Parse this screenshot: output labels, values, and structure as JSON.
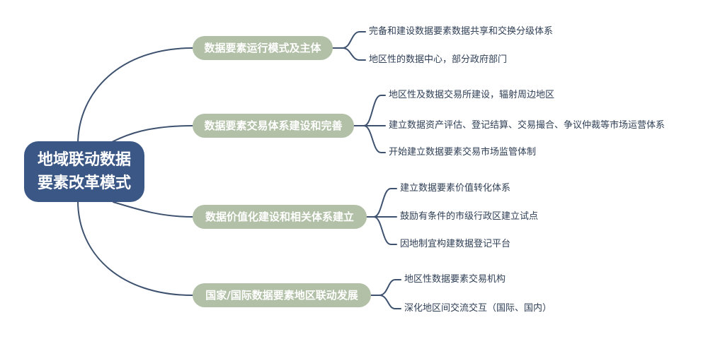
{
  "root": {
    "line1": "地域联动数据",
    "line2": "要素改革模式"
  },
  "colors": {
    "root": "#3b5785",
    "branch": "#b1c0a6",
    "connector": "#3e5270",
    "leaf_text": "#2f3f56"
  },
  "branches": [
    {
      "label": "数据要素运行模式及主体",
      "leaves": [
        "完备和建设数据要素数据共享和交换分级体系",
        "地区性的数据中心，部分政府部门"
      ]
    },
    {
      "label": "数据要素交易体系建设和完善",
      "leaves": [
        "地区性及数据交易所建设，辐射周边地区",
        "建立数据资产评估、登记结算、交易撮合、争议仲裁等市场运营体系",
        "开始建立数据要素交易市场监管体制"
      ]
    },
    {
      "label": "数据价值化建设和相关体系建立",
      "leaves": [
        "建立数据要素价值转化体系",
        "鼓励有条件的市级行政区建立试点",
        "因地制宜构建数据登记平台"
      ]
    },
    {
      "label": "国家/国际数据要素地区联动发展",
      "leaves": [
        "地区性数据要素交易机构",
        "深化地区间交流交互（国际、国内）"
      ]
    }
  ]
}
